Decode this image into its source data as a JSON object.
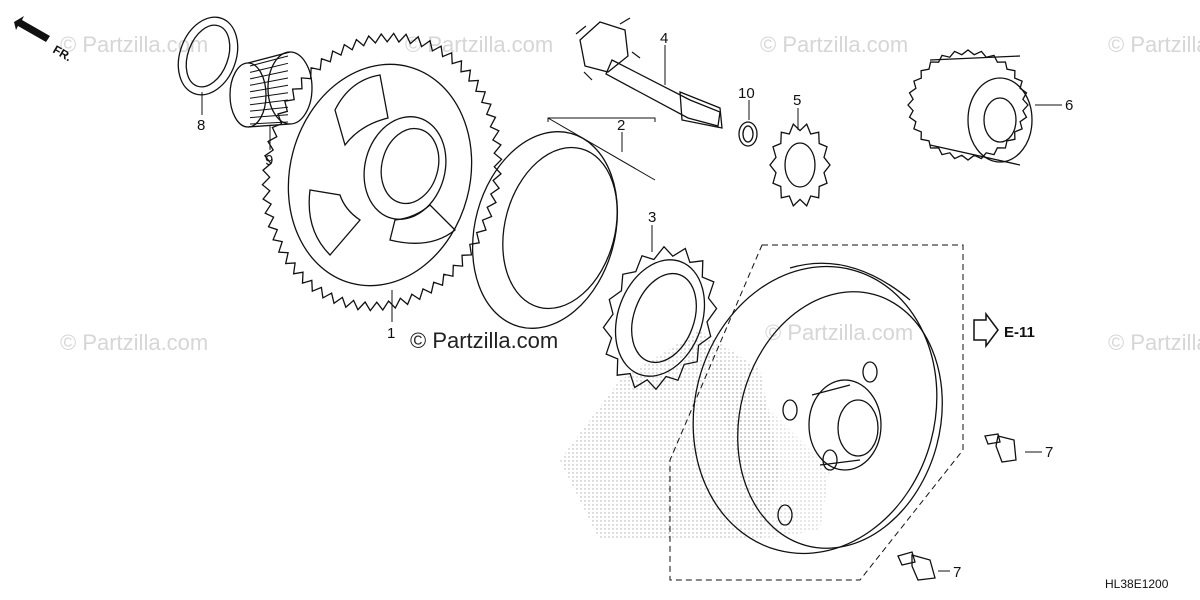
{
  "diagram": {
    "watermarks": [
      "© Partzilla.com",
      "© Partzilla.com",
      "© Partzilla.com",
      "© Partzilla.com",
      "© Partzilla.com",
      "© Partzilla.com",
      "© Partzilla.com"
    ],
    "main_watermark": "© Partzilla.com",
    "direction_label": "FR.",
    "reference_label": "E-11",
    "diagram_code": "HL38E1200",
    "callouts": [
      "1",
      "2",
      "3",
      "4",
      "5",
      "6",
      "7",
      "7",
      "8",
      "9",
      "10"
    ]
  },
  "colors": {
    "line": "#111111",
    "watermark": "#d6d6d6",
    "background": "#ffffff"
  }
}
